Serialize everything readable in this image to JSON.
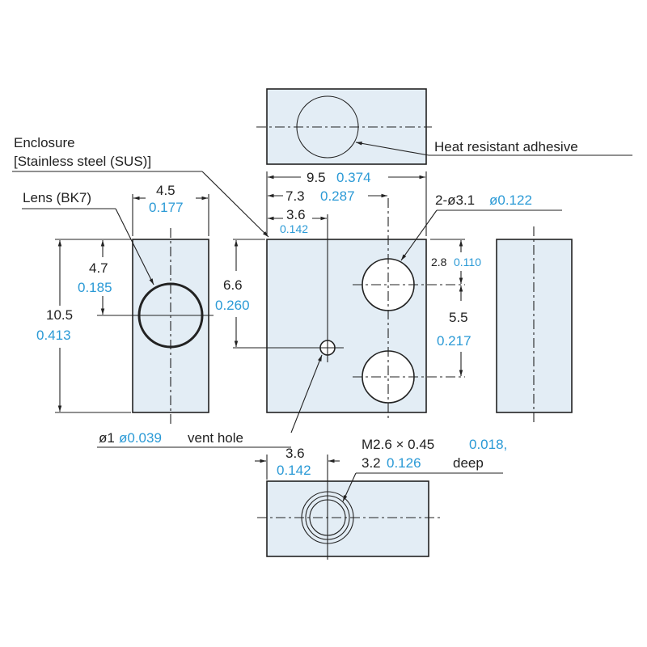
{
  "labels": {
    "enclosure_1": "Enclosure",
    "enclosure_2": "[Stainless steel (SUS)]",
    "lens": "Lens (BK7)",
    "adhesive": "Heat resistant adhesive",
    "vent_mm": "ø1",
    "vent_in": "ø0.039",
    "vent_text": "vent hole",
    "holes_mm": "2-ø3.1",
    "holes_in": "ø0.122",
    "thread_mm": "M2.6 × 0.45",
    "thread_in": "0.018,",
    "depth_mm": "3.2",
    "depth_in": "0.126",
    "depth_text": "deep"
  },
  "dimensions": {
    "width_total": {
      "mm": "9.5",
      "in": "0.374"
    },
    "hole_x": {
      "mm": "7.3",
      "in": "0.287"
    },
    "vent_x": {
      "mm": "3.6",
      "in": "0.142"
    },
    "side_width": {
      "mm": "4.5",
      "in": "0.177"
    },
    "height_total": {
      "mm": "10.5",
      "in": "0.413"
    },
    "lens_y": {
      "mm": "4.7",
      "in": "0.185"
    },
    "vent_y": {
      "mm": "6.6",
      "in": "0.260"
    },
    "hole_top": {
      "mm": "2.8",
      "in": "0.110"
    },
    "hole_pitch": {
      "mm": "5.5",
      "in": "0.217"
    },
    "thread_x": {
      "mm": "3.6",
      "in": "0.142"
    }
  }
}
